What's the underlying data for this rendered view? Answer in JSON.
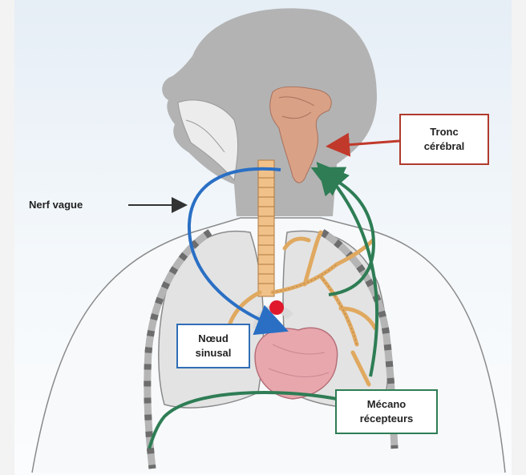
{
  "labels": {
    "tronc": {
      "line1": "Tronc",
      "line2": "cérébral"
    },
    "nerf_vague": "Nerf vague",
    "noeud": {
      "line1": "Nœud",
      "line2": "sinusal"
    },
    "mecano": {
      "line1": "Mécano",
      "line2": "récepteurs"
    }
  },
  "colors": {
    "tronc_box": "#b03a2e",
    "noeud_box": "#2f6db5",
    "mecano_box": "#2e7d55",
    "vagus_arrow": "#2a6fc4",
    "afferent_arrow": "#2e7d55",
    "brainstem_arrow": "#c0392b",
    "heart": "#e7a7ad",
    "sinus_node": "#e0192d",
    "airways": "#f1c18a"
  }
}
